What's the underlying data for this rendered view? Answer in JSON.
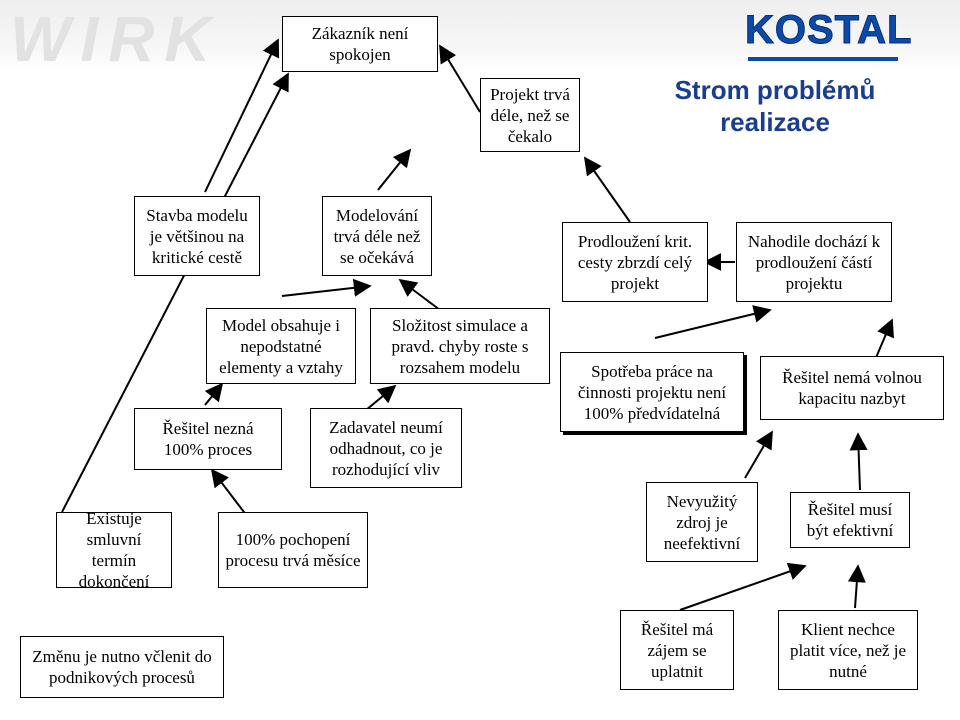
{
  "header": {
    "watermark": "WIRK",
    "logo": "KOSTAL",
    "title": "Strom problémů realizace"
  },
  "nodes": {
    "n1": "Zákazník není spokojen",
    "n2": "Projekt trvá déle, než se čekalo",
    "n3": "Stavba modelu je většinou na kritické cestě",
    "n4": "Modelování trvá déle než se očekává",
    "n5": "Prodloužení krit. cesty zbrzdí celý projekt",
    "n6": "Nahodile dochází k prodloužení částí projektu",
    "n7": "Model obsahuje i nepodstatné elementy a vztahy",
    "n8": "Složitost simulace a pravd. chyby roste s rozsahem modelu",
    "n9": "Spotřeba práce na činnosti projektu není 100% předvídatelná",
    "n10": "Řešitel nemá volnou kapacitu nazbyt",
    "n11": "Řešitel nezná 100% proces",
    "n12": "Zadavatel neumí odhadnout, co je rozhodující vliv",
    "n13": "Existuje smluvní termín dokončení",
    "n14": "100% pochopení procesu trvá měsíce",
    "n15": "Nevyužitý zdroj je neefektivní",
    "n16": "Řešitel musí být efektivní",
    "n17": "Změnu je nutno včlenit do podnikových procesů",
    "n18": "Řešitel má zájem se uplatnit",
    "n19": "Klient nechce platit více, než je nutné"
  },
  "colors": {
    "title": "#1b3d8f",
    "logo": "#0b4aa8",
    "line": "#000000"
  }
}
